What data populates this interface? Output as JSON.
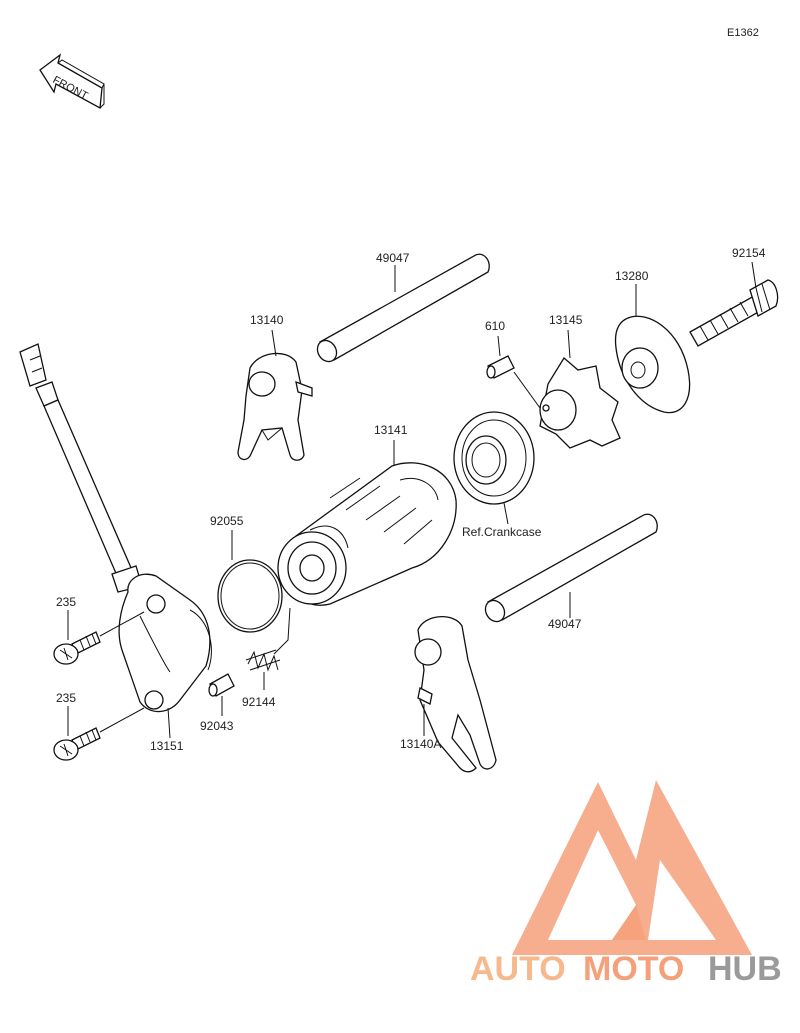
{
  "diagram_code": "E1362",
  "front_label": "FRONT",
  "reference_note": "Ref.Crankcase",
  "parts": {
    "shaft_upper": "49047",
    "shaft_lower": "49047",
    "fork_upper": "13140",
    "fork_lower": "13140A",
    "drum": "13141",
    "holder": "13145",
    "pin": "610",
    "plate": "13280",
    "bolt": "92154",
    "oring": "92055",
    "spring": "92144",
    "pin_small": "92043",
    "sensor": "13151",
    "screw_upper": "235",
    "screw_lower": "235"
  },
  "watermark": {
    "word_a": "AUTO",
    "word_b": "MOTO",
    "word_c": "HUB",
    "color_primary": "#f4a07a",
    "color_secondary": "#9a9a9a"
  }
}
